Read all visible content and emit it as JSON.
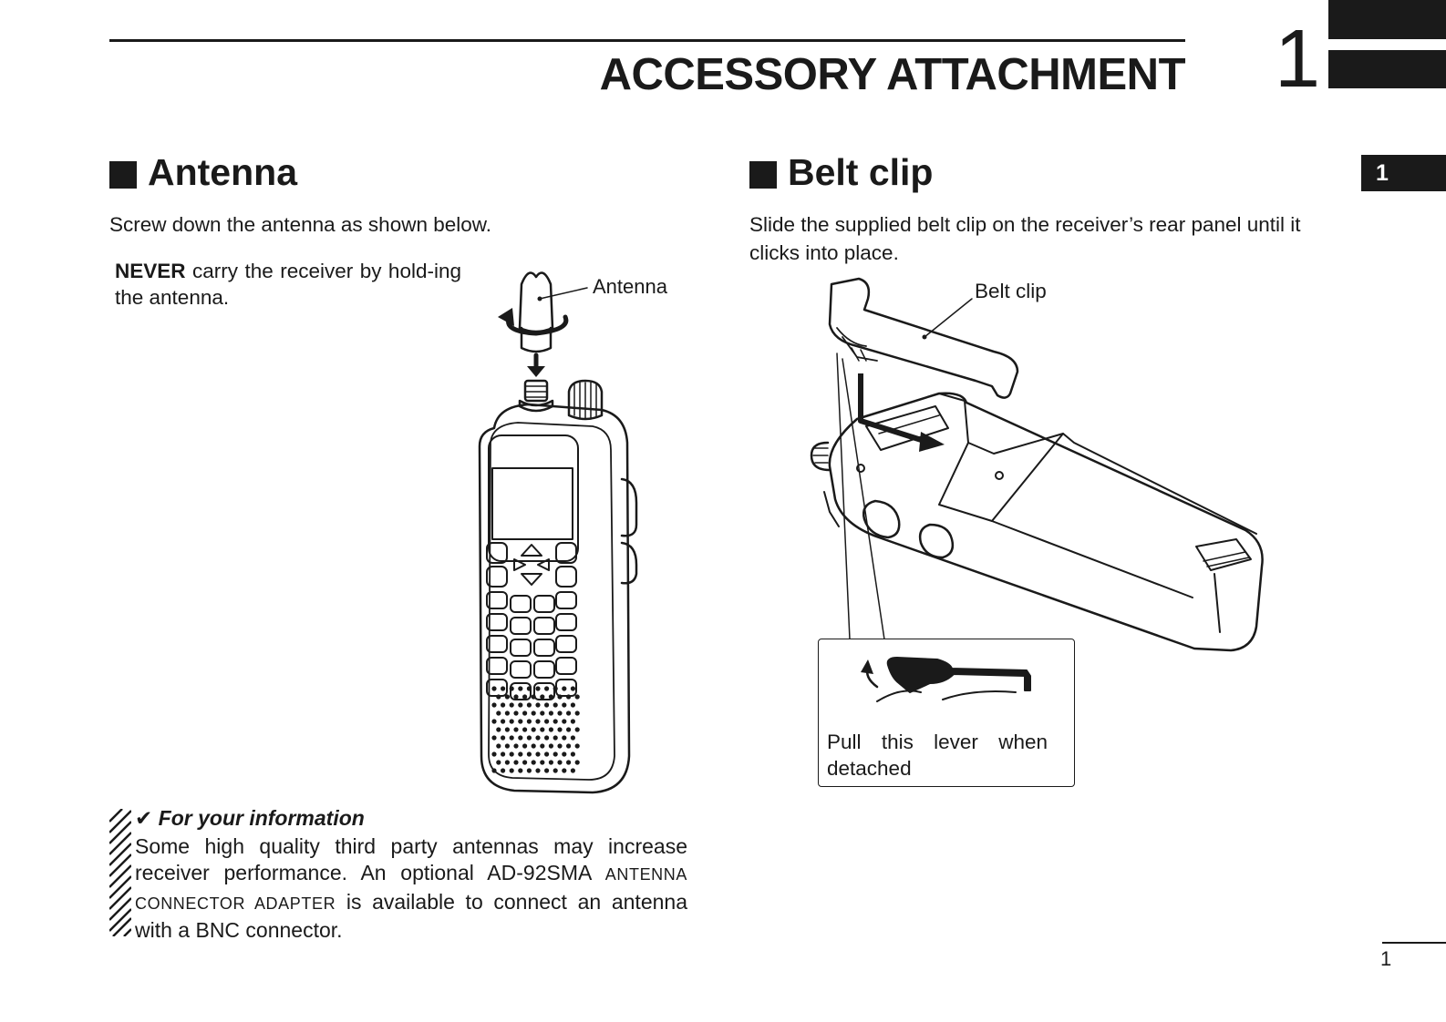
{
  "header": {
    "chapter_title": "ACCESSORY ATTACHMENT",
    "chapter_number": "1",
    "side_tab": "1"
  },
  "antenna": {
    "heading": "Antenna",
    "intro": "Screw down the antenna as shown below.",
    "warning_bold": "NEVER",
    "warning_rest": " carry the receiver by hold-ing the antenna.",
    "callout": "Antenna"
  },
  "belt_clip": {
    "heading": "Belt clip",
    "intro": "Slide the supplied belt clip on the receiver’s rear panel until it clicks into place.",
    "callout": "Belt clip",
    "lever_caption": "Pull this lever when detached"
  },
  "fyi": {
    "heading": "✔ For your information",
    "text_1": "Some high quality third party antennas may increase receiver performance. An optional AD-92SMA ",
    "small_caps": "ANTENNA CONNECTOR ADAPTER",
    "text_2": " is available to connect an antenna with a BNC connector."
  },
  "footer": {
    "page_number": "1"
  }
}
